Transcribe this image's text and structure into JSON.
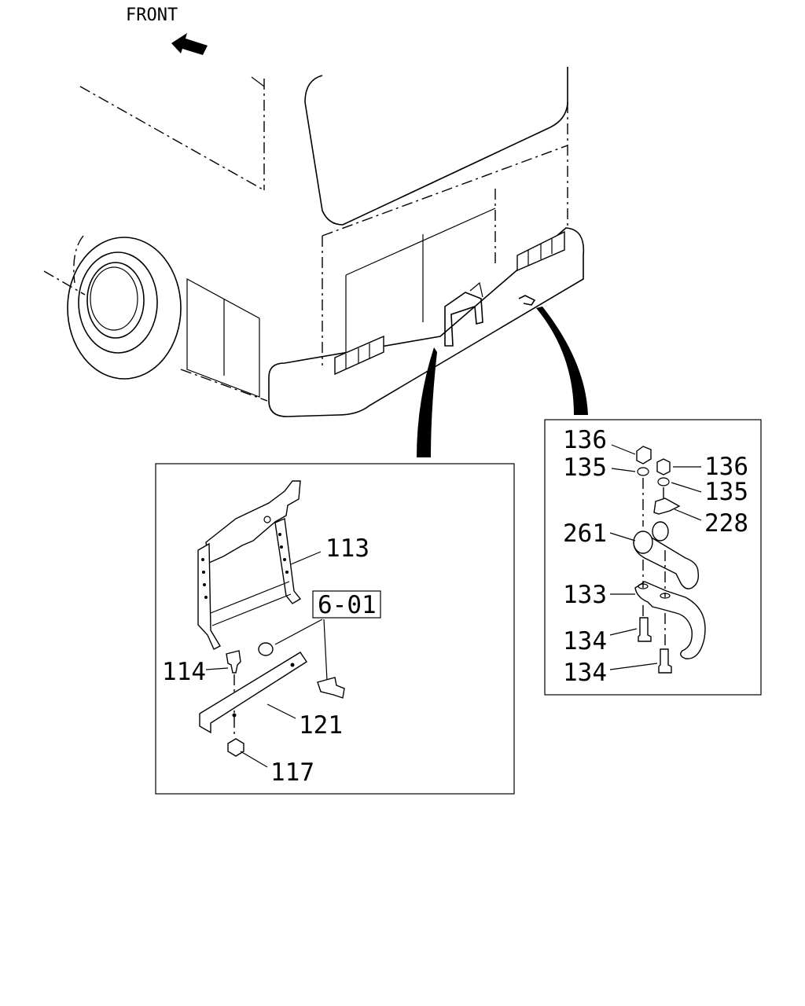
{
  "front_label": "FRONT",
  "left_detail": {
    "labels": {
      "frame": "113",
      "ref": "6-01",
      "bolt": "114",
      "bracket": "121",
      "nut": "117"
    }
  },
  "right_detail": {
    "labels": {
      "nut_a": "136",
      "washer_a": "135",
      "nut_b": "136",
      "washer_b": "135",
      "plate": "228",
      "pin": "261",
      "hook": "133",
      "bolt_a": "134",
      "bolt_b": "134"
    }
  }
}
